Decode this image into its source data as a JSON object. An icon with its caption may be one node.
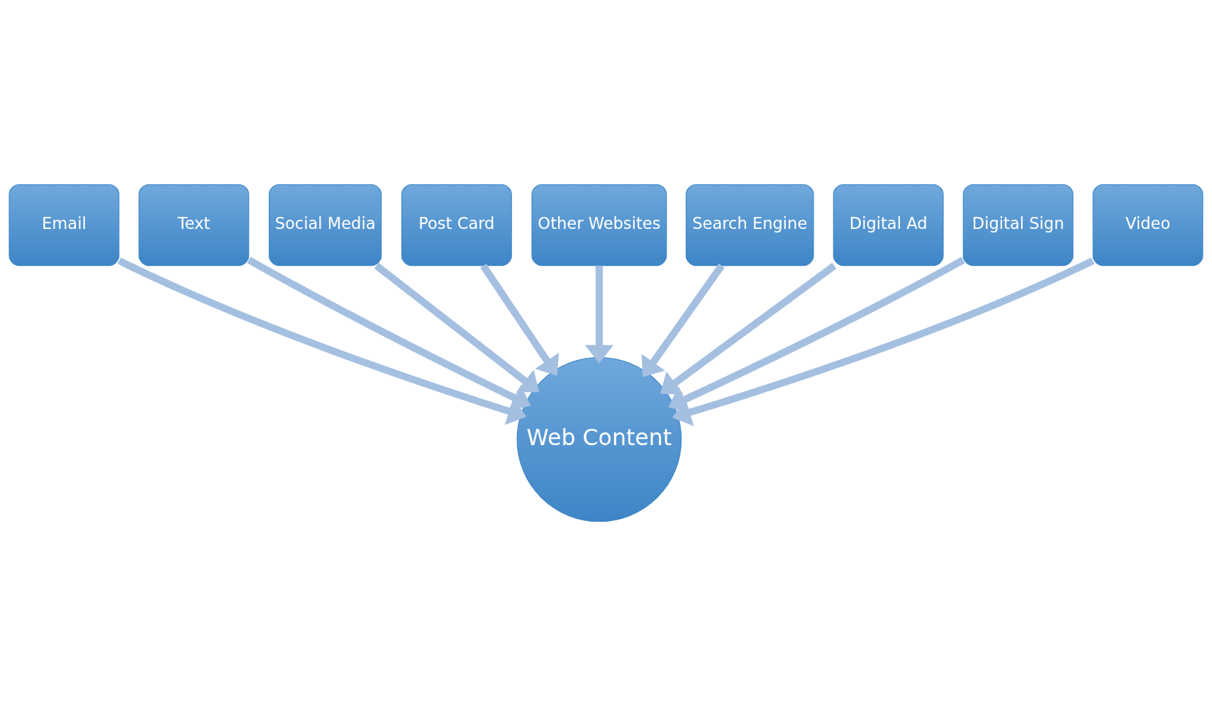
{
  "diagram": {
    "nodes": [
      {
        "text": [
          "Email"
        ]
      },
      {
        "text": [
          "Text"
        ]
      },
      {
        "text": [
          "Social Media"
        ]
      },
      {
        "text": [
          "Post Card"
        ]
      },
      {
        "text": [
          "Other Websites"
        ]
      },
      {
        "text": [
          "Search Engine"
        ]
      },
      {
        "text": [
          "Digital Ad"
        ]
      },
      {
        "text": [
          "Digital Sign"
        ]
      },
      {
        "text": [
          "Video"
        ]
      },
      {
        "text": [
          "Web Content"
        ]
      }
    ],
    "edges": [
      {
        "from": 0,
        "to": 9,
        "arrow": "to"
      },
      {
        "from": 1,
        "to": 9,
        "arrow": "to"
      },
      {
        "from": 2,
        "to": 9,
        "arrow": "to"
      },
      {
        "from": 3,
        "to": 9,
        "arrow": "to"
      },
      {
        "from": 4,
        "to": 9,
        "arrow": "to"
      },
      {
        "from": 5,
        "to": 9,
        "arrow": "to"
      },
      {
        "from": 6,
        "to": 9,
        "arrow": "to"
      },
      {
        "from": 7,
        "to": 9,
        "arrow": "to"
      },
      {
        "from": 8,
        "to": 9,
        "arrow": "to"
      }
    ]
  }
}
